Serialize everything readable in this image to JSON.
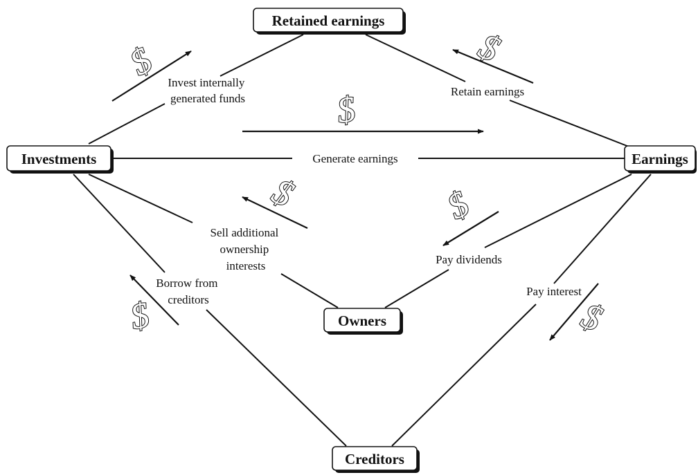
{
  "nodes": {
    "retained_earnings": "Retained earnings",
    "investments": "Investments",
    "earnings": "Earnings",
    "owners": "Owners",
    "creditors": "Creditors"
  },
  "labels": {
    "invest_internally": [
      "Invest internally",
      "generated funds"
    ],
    "retain_earnings": [
      "Retain earnings"
    ],
    "generate_earnings": [
      "Generate earnings"
    ],
    "sell_ownership": [
      "Sell additional",
      "ownership",
      "interests"
    ],
    "pay_dividends": [
      "Pay dividends"
    ],
    "borrow": [
      "Borrow from",
      "creditors"
    ],
    "pay_interest": [
      "Pay interest"
    ]
  },
  "money_symbol": "$"
}
